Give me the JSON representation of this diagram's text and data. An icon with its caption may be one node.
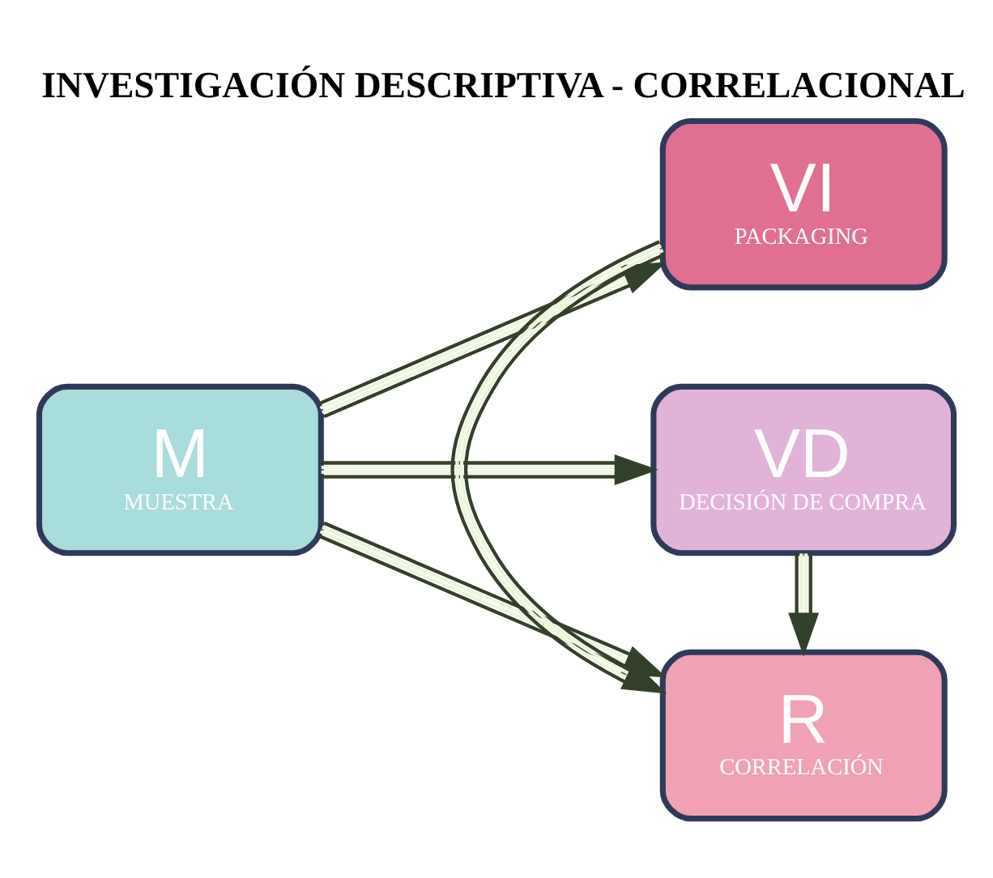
{
  "diagram": {
    "title": "INVESTIGACIÓN DESCRIPTIVA - CORRELACIONAL",
    "nodes": [
      {
        "text": [
          "M",
          "MUESTRA"
        ]
      },
      {
        "text": [
          "VI",
          "PACKAGING"
        ]
      },
      {
        "text": [
          "R",
          "CORRELACIÓN"
        ]
      },
      {
        "text": [
          "VD",
          "DECISIÓN DE COMPRA"
        ]
      }
    ],
    "edges": [
      {
        "from": 0,
        "to": 1,
        "arrow": "to"
      },
      {
        "from": 0,
        "to": 2,
        "arrow": "to"
      },
      {
        "from": 0,
        "to": 3,
        "arrow": "to"
      },
      {
        "from": 1,
        "to": 2,
        "arrow": "to"
      },
      {
        "from": 3,
        "to": 2,
        "arrow": "to"
      }
    ]
  }
}
